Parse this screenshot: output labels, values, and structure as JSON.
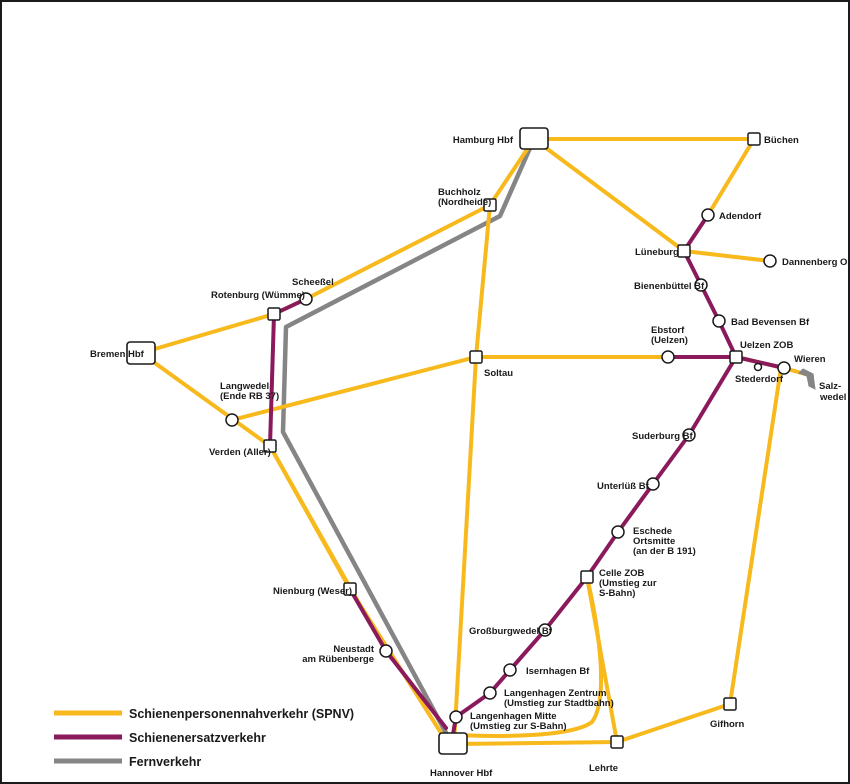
{
  "colors": {
    "spnv": "#f7b91c",
    "sev": "#8b1a5c",
    "fern": "#858585",
    "node": "#ffffff",
    "stroke": "#1a1a1a"
  },
  "stations": {
    "hamburg": "Hamburg Hbf",
    "buechen": "Büchen",
    "buchholz": [
      "Buchholz",
      "(Nordheide)"
    ],
    "adendorf": "Adendorf",
    "lueneburg": "Lüneburg",
    "dannenberg": "Dannenberg Ost",
    "bienenbuettel": "Bienenbüttel Bf",
    "bevensen": "Bad Bevensen Bf",
    "scheessel": "Scheeßel",
    "rotenburg": "Rotenburg (Wümme)",
    "ebstorf": [
      "Ebstorf",
      "(Uelzen)"
    ],
    "uelzen": "Uelzen ZOB",
    "wieren": "Wieren",
    "bremen": "Bremen Hbf",
    "soltau": "Soltau",
    "stederdorf": "Stederdorf",
    "salzwedel": [
      "Salz-",
      "wedel"
    ],
    "langwedel": [
      "Langwedel",
      "(Ende RB 37)"
    ],
    "verden": "Verden (Aller)",
    "suderburg": "Suderburg Bf",
    "unterluess": "Unterlüß Bf",
    "eschede": [
      "Eschede",
      "Ortsmitte",
      "(an der B 191)"
    ],
    "celle": [
      "Celle ZOB",
      "(Umstieg zur",
      "S-Bahn)"
    ],
    "nienburg": "Nienburg (Weser)",
    "grossburgwedel": "Großburgwedel Bf",
    "neustadt": [
      "Neustadt",
      "am Rübenberge"
    ],
    "isernhagen": "Isernhagen Bf",
    "lhzentrum": [
      "Langenhagen Zentrum",
      "(Umstieg zur Stadtbahn)"
    ],
    "lhmitte": [
      "Langenhagen Mitte",
      "(Umstieg zur S-Bahn)"
    ],
    "gifhorn": "Gifhorn",
    "lehrte": "Lehrte",
    "hannover": "Hannover Hbf"
  },
  "legend": [
    {
      "key": "spnv",
      "label": "Schienenpersonennahverkehr (SPNV)"
    },
    {
      "key": "sev",
      "label": "Schienenersatzverkehr"
    },
    {
      "key": "fern",
      "label": "Fernverkehr"
    }
  ]
}
